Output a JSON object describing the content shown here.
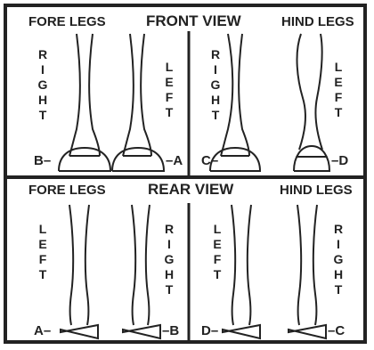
{
  "colors": {
    "ink": "#222222",
    "background": "#ffffff"
  },
  "top_section": {
    "title": "FRONT VIEW",
    "left_header": "FORE LEGS",
    "right_header": "HIND LEGS",
    "legs": [
      {
        "side": "RIGHT",
        "letter": "B"
      },
      {
        "side": "LEFT",
        "letter": "A"
      },
      {
        "side": "RIGHT",
        "letter": "C"
      },
      {
        "side": "LEFT",
        "letter": "D"
      }
    ]
  },
  "bottom_section": {
    "title": "REAR VIEW",
    "left_header": "FORE LEGS",
    "right_header": "HIND LEGS",
    "legs": [
      {
        "side": "LEFT",
        "letter": "A"
      },
      {
        "side": "RIGHT",
        "letter": "B"
      },
      {
        "side": "LEFT",
        "letter": "D"
      },
      {
        "side": "RIGHT",
        "letter": "C"
      }
    ]
  }
}
